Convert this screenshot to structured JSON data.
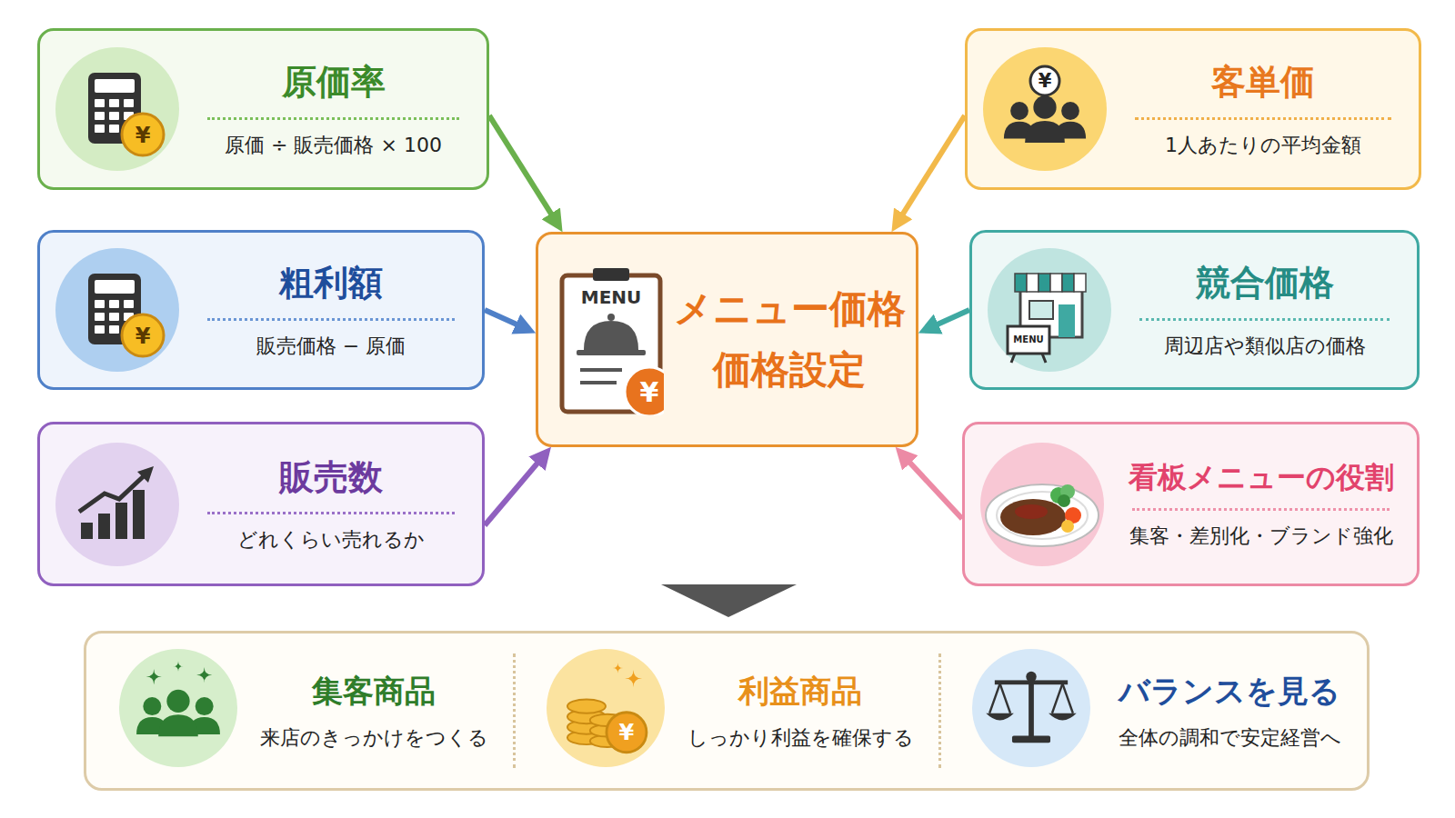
{
  "diagram": {
    "nodes": [
      {
        "text": [
          "原価率",
          "原価 ÷ 販売価格 × 100"
        ]
      },
      {
        "text": [
          "客単価",
          "1人あたりの平均金額"
        ]
      },
      {
        "text": [
          "粗利額",
          "販売価格 − 原価"
        ]
      },
      {
        "text": [
          "メニュー価格",
          "価格設定"
        ]
      },
      {
        "text": [
          "競合価格",
          "周辺店や類似店の価格"
        ]
      },
      {
        "text": [
          "販売数",
          "どれくらい売れるか"
        ]
      },
      {
        "text": [
          "看板メニューの役割",
          "集客・差別化・ブランド強化"
        ]
      },
      {
        "text": [
          "集客商品",
          "来店のきっかけをつくる"
        ]
      },
      {
        "text": [
          "利益商品",
          "しっかり利益を確保する"
        ]
      },
      {
        "text": [
          "バランスを見る",
          "全体の調和で安定経営へ"
        ]
      }
    ],
    "edges": [
      {
        "from": 0,
        "to": 3,
        "arrow": "to"
      },
      {
        "from": 1,
        "to": 3,
        "arrow": "to"
      },
      {
        "from": 2,
        "to": 3,
        "arrow": "to"
      },
      {
        "from": 4,
        "to": 3,
        "arrow": "to"
      },
      {
        "from": 5,
        "to": 3,
        "arrow": "to"
      },
      {
        "from": 6,
        "to": 3,
        "arrow": "to"
      }
    ],
    "labels": [
      "¥",
      "¥",
      "¥",
      "MENU",
      "¥",
      "MENU",
      "¥"
    ]
  }
}
